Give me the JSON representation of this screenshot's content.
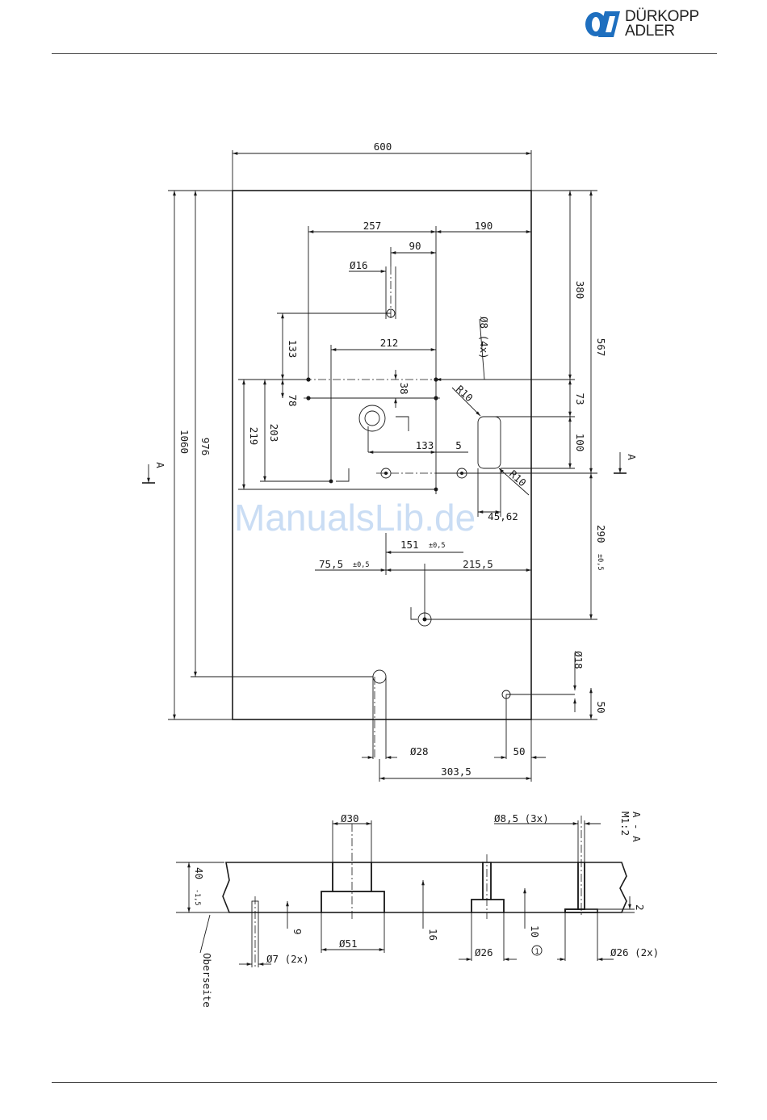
{
  "header": {
    "brand_line1": "DÜRKOPP",
    "brand_line2": "ADLER",
    "brand_color": "#1e6fbf"
  },
  "watermark": "ManualsLib.de",
  "plan": {
    "dims": {
      "d600": "600",
      "d257": "257",
      "d190": "190",
      "d90": "90",
      "d16": "Ø16",
      "d380": "380",
      "d567": "567",
      "d133v": "133",
      "d212": "212",
      "d8x4": "Ø8 (4x)",
      "d38": "38",
      "d78": "78",
      "r10a": "R10",
      "d73": "73",
      "d219": "219",
      "d203": "203",
      "d133h": "133",
      "d5": "5",
      "d100": "100",
      "r10b": "R10",
      "d4562": "45,62",
      "d290": "290",
      "d290tol": "±0,5",
      "d151": "151",
      "d151tol": "±0,5",
      "d755": "75,5",
      "d755tol": "±0,5",
      "d2155": "215,5",
      "d1060": "1060",
      "d976": "976",
      "d18": "Ø18",
      "d50v": "50",
      "d28": "Ø28",
      "d50h": "50",
      "d3035": "303,5"
    },
    "section_mark_left": "A",
    "section_mark_right": "A"
  },
  "section": {
    "title": "A - A",
    "scale": "M1:2",
    "dims": {
      "d30": "Ø30",
      "d85x3": "Ø8,5 (3x)",
      "d40": "40",
      "d40tol": "-1,5",
      "d9": "9",
      "d16": "16",
      "d10": "10",
      "d10mark": "1",
      "d2": "2",
      "d51": "Ø51",
      "d26": "Ø26",
      "d26x2": "Ø26 (2x)",
      "d7x2": "Ø7 (2x)",
      "oberseite": "Oberseite"
    }
  }
}
